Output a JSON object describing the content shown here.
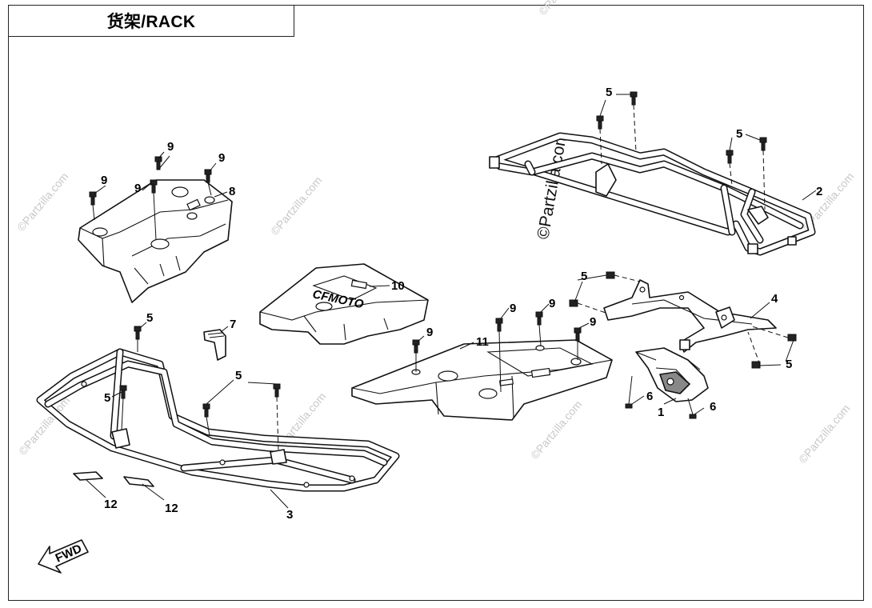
{
  "title": "货架/RACK",
  "callouts": {
    "c1": "1",
    "c2": "2",
    "c3": "3",
    "c4": "4",
    "c5a": "5",
    "c5b": "5",
    "c5c": "5",
    "c5d": "5",
    "c5e": "5",
    "c5f": "5",
    "c5g": "5",
    "c6a": "6",
    "c6b": "6",
    "c7": "7",
    "c8": "8",
    "c9a": "9",
    "c9b": "9",
    "c9c": "9",
    "c9d": "9",
    "c9e": "9",
    "c9f": "9",
    "c9g": "9",
    "c10": "10",
    "c11": "11",
    "c12a": "12",
    "c12b": "12"
  },
  "watermark": "©Partzilla.com",
  "fwd_label": "FWD",
  "rack_logo": "CFMOTO"
}
